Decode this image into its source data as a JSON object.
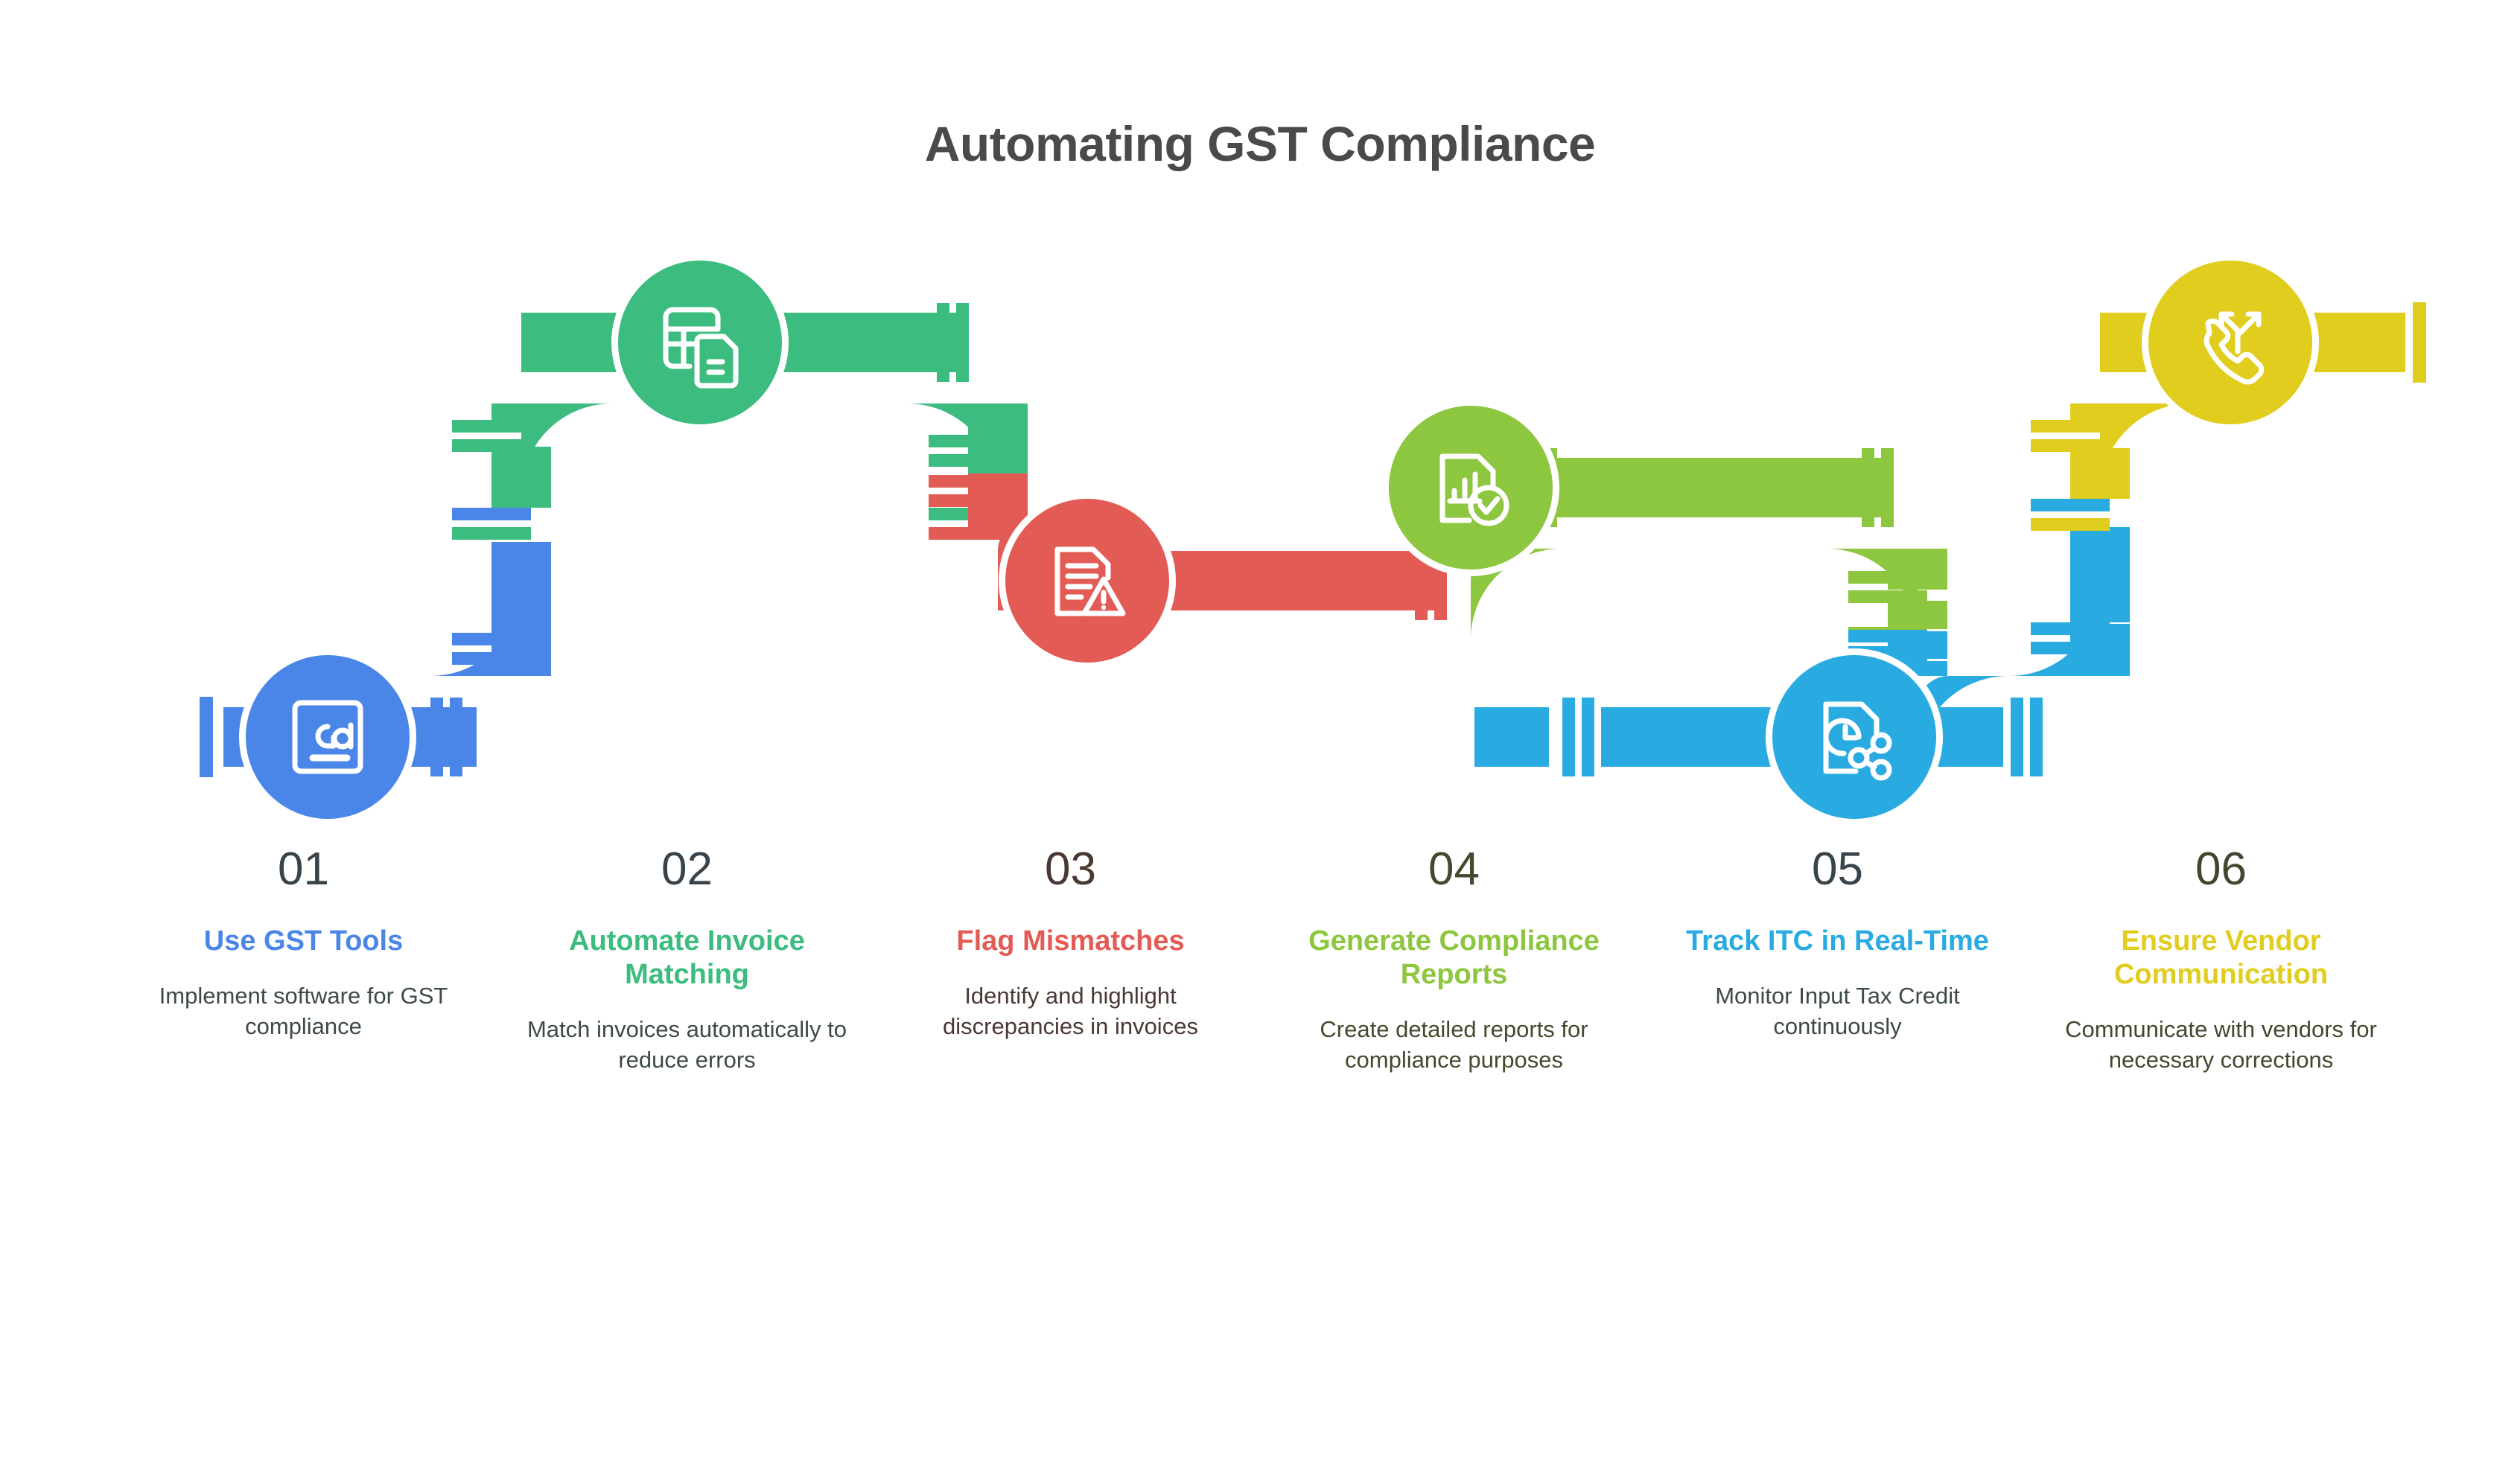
{
  "title": "Automating GST Compliance",
  "title_color": "#4a4a4a",
  "background_color": "#ffffff",
  "steps": [
    {
      "number": "01",
      "title": "Use GST Tools",
      "description": "Implement software for GST compliance",
      "color": "#4a86e8",
      "icon": "gradient-box-icon",
      "pipe_level": "bottom"
    },
    {
      "number": "02",
      "title": "Automate Invoice Matching",
      "description": "Match invoices automatically to reduce errors",
      "color": "#3cbc7f",
      "icon": "spreadsheet-document-icon",
      "pipe_level": "top"
    },
    {
      "number": "03",
      "title": "Flag Mismatches",
      "description": "Identify and highlight discrepancies in invoices",
      "color": "#e35b55",
      "icon": "document-warning-icon",
      "pipe_level": "middle-low"
    },
    {
      "number": "04",
      "title": "Generate Compliance Reports",
      "description": "Create detailed reports for compliance purposes",
      "color": "#8dc63f",
      "icon": "report-check-icon",
      "pipe_level": "middle-high"
    },
    {
      "number": "05",
      "title": "Track ITC in Real-Time",
      "description": "Monitor Input Tax Credit continuously",
      "color": "#29abe2",
      "icon": "document-clock-share-icon",
      "pipe_level": "bottom"
    },
    {
      "number": "06",
      "title": "Ensure Vendor Communication",
      "description": "Communicate with vendors for necessary corrections",
      "color": "#e0cd1e",
      "icon": "phone-transfer-icon",
      "pipe_level": "top"
    }
  ]
}
